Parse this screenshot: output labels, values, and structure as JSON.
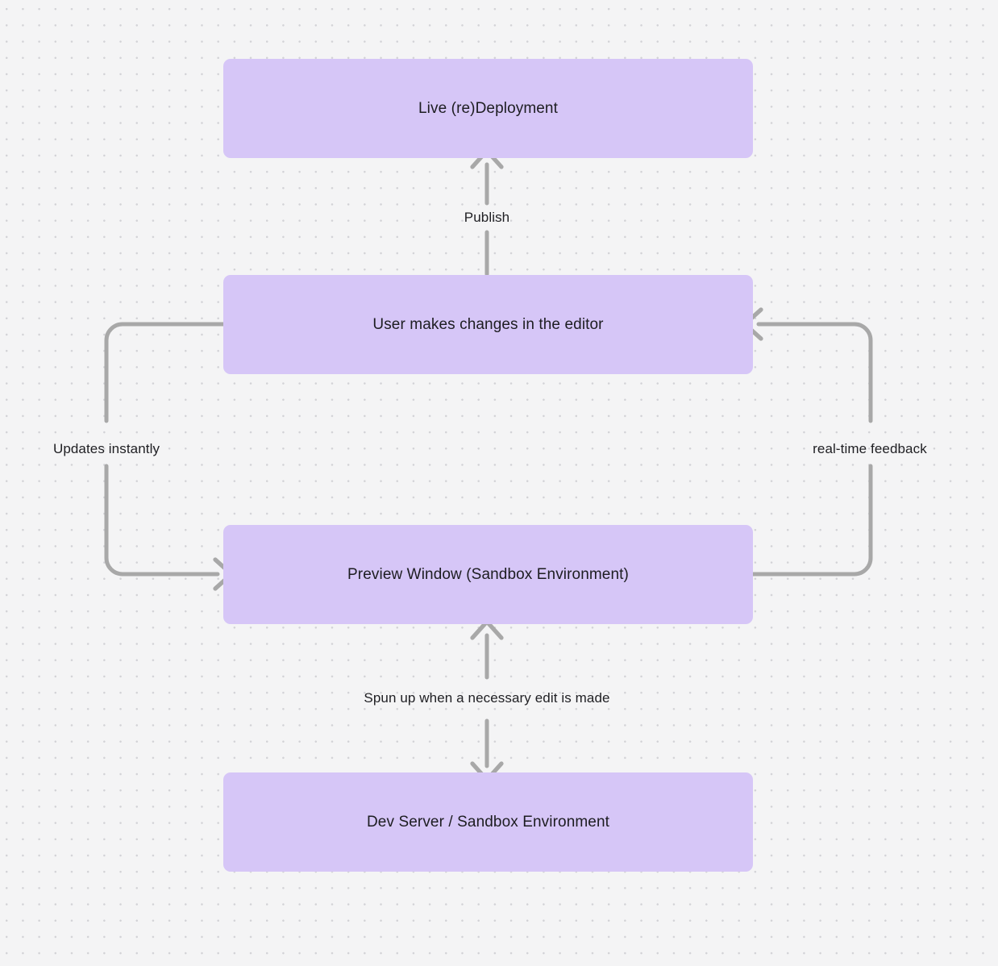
{
  "diagram": {
    "type": "flowchart",
    "background_color": "#f4f4f5",
    "dot_grid_color": "#d2d2d6",
    "node_fill_color": "#d6c6f7",
    "node_text_color": "#1d1d21",
    "edge_color": "#a8a8a8",
    "nodes": [
      {
        "id": "live-deployment",
        "label": "Live (re)Deployment"
      },
      {
        "id": "user-editor",
        "label": "User makes changes in the editor"
      },
      {
        "id": "preview-window",
        "label": "Preview Window (Sandbox Environment)"
      },
      {
        "id": "dev-server",
        "label": "Dev Server / Sandbox Environment"
      }
    ],
    "edges": [
      {
        "id": "publish",
        "label": "Publish",
        "from": "user-editor",
        "to": "live-deployment",
        "direction": "up"
      },
      {
        "id": "updates-instantly",
        "label": "Updates instantly",
        "from": "user-editor",
        "to": "preview-window",
        "direction": "left-loop"
      },
      {
        "id": "real-time-feedback",
        "label": "real-time feedback",
        "from": "preview-window",
        "to": "user-editor",
        "direction": "right-loop"
      },
      {
        "id": "spun-up",
        "label": "Spun up when a necessary edit is made",
        "from": "dev-server",
        "to": "preview-window",
        "direction": "bidirectional"
      }
    ]
  }
}
